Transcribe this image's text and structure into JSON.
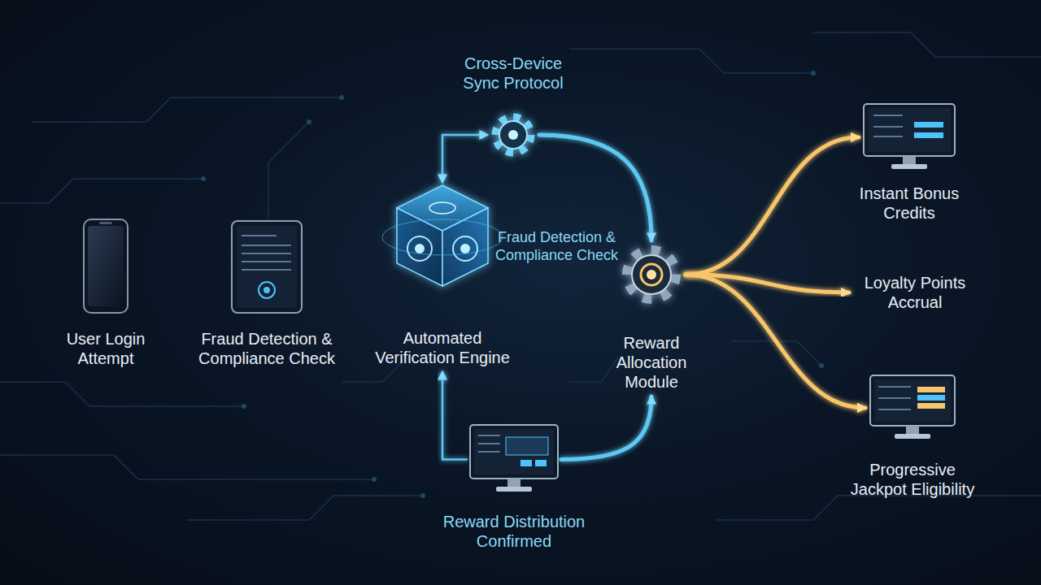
{
  "diagram": {
    "nodes": [
      {
        "text": [
          "User Login Attempt"
        ]
      },
      {
        "text": [
          "Fraud Detection & Compliance Check"
        ]
      },
      {
        "text": [
          "Automated Verification Engine"
        ]
      },
      {
        "text": [
          "Cross-Device Sync Protocol"
        ]
      },
      {
        "text": [
          "Reward Allocation Module"
        ]
      },
      {
        "text": [
          "Reward Distribution Confirmed"
        ]
      },
      {
        "text": [
          "Instant Bonus Credits"
        ]
      },
      {
        "text": [
          "Loyalty Points Accrual"
        ]
      },
      {
        "text": [
          "Progressive Jackpot Eligibility"
        ]
      }
    ],
    "edges": [
      {
        "from": 0,
        "to": 1,
        "arrow": "to"
      },
      {
        "from": 1,
        "to": 2,
        "arrow": "to"
      },
      {
        "from": 2,
        "to": 4,
        "label": "Fraud Detection & Compliance Check",
        "arrow": "to"
      },
      {
        "from": 2,
        "to": 3,
        "arrow": "both"
      },
      {
        "from": 3,
        "to": 4,
        "arrow": "to"
      },
      {
        "from": 5,
        "to": 2,
        "arrow": "to"
      },
      {
        "from": 5,
        "to": 4,
        "arrow": "to"
      },
      {
        "from": 4,
        "to": 6,
        "arrow": "to"
      },
      {
        "from": 4,
        "to": 7,
        "arrow": "to"
      },
      {
        "from": 4,
        "to": 8,
        "arrow": "to"
      }
    ]
  }
}
